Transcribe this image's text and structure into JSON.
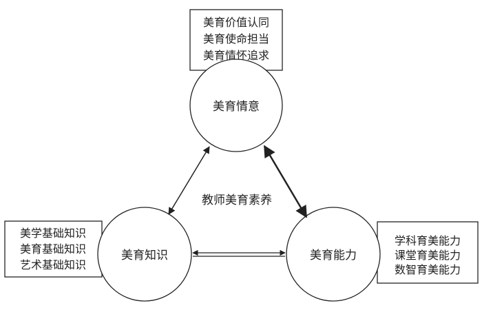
{
  "center": {
    "label": "教师美育素养"
  },
  "nodes": {
    "top": {
      "label": "美育情意",
      "box": [
        "美育价值认同",
        "美育使命担当",
        "美育情怀追求"
      ]
    },
    "left": {
      "label": "美育知识",
      "box": [
        "美学基础知识",
        "美育基础知识",
        "艺术基础知识"
      ]
    },
    "right": {
      "label": "美育能力",
      "box": [
        "学科育美能力",
        "课堂育美能力",
        "数智育美能力"
      ]
    }
  },
  "colors": {
    "stroke": "#222222",
    "text": "#222222",
    "background": "#ffffff"
  }
}
